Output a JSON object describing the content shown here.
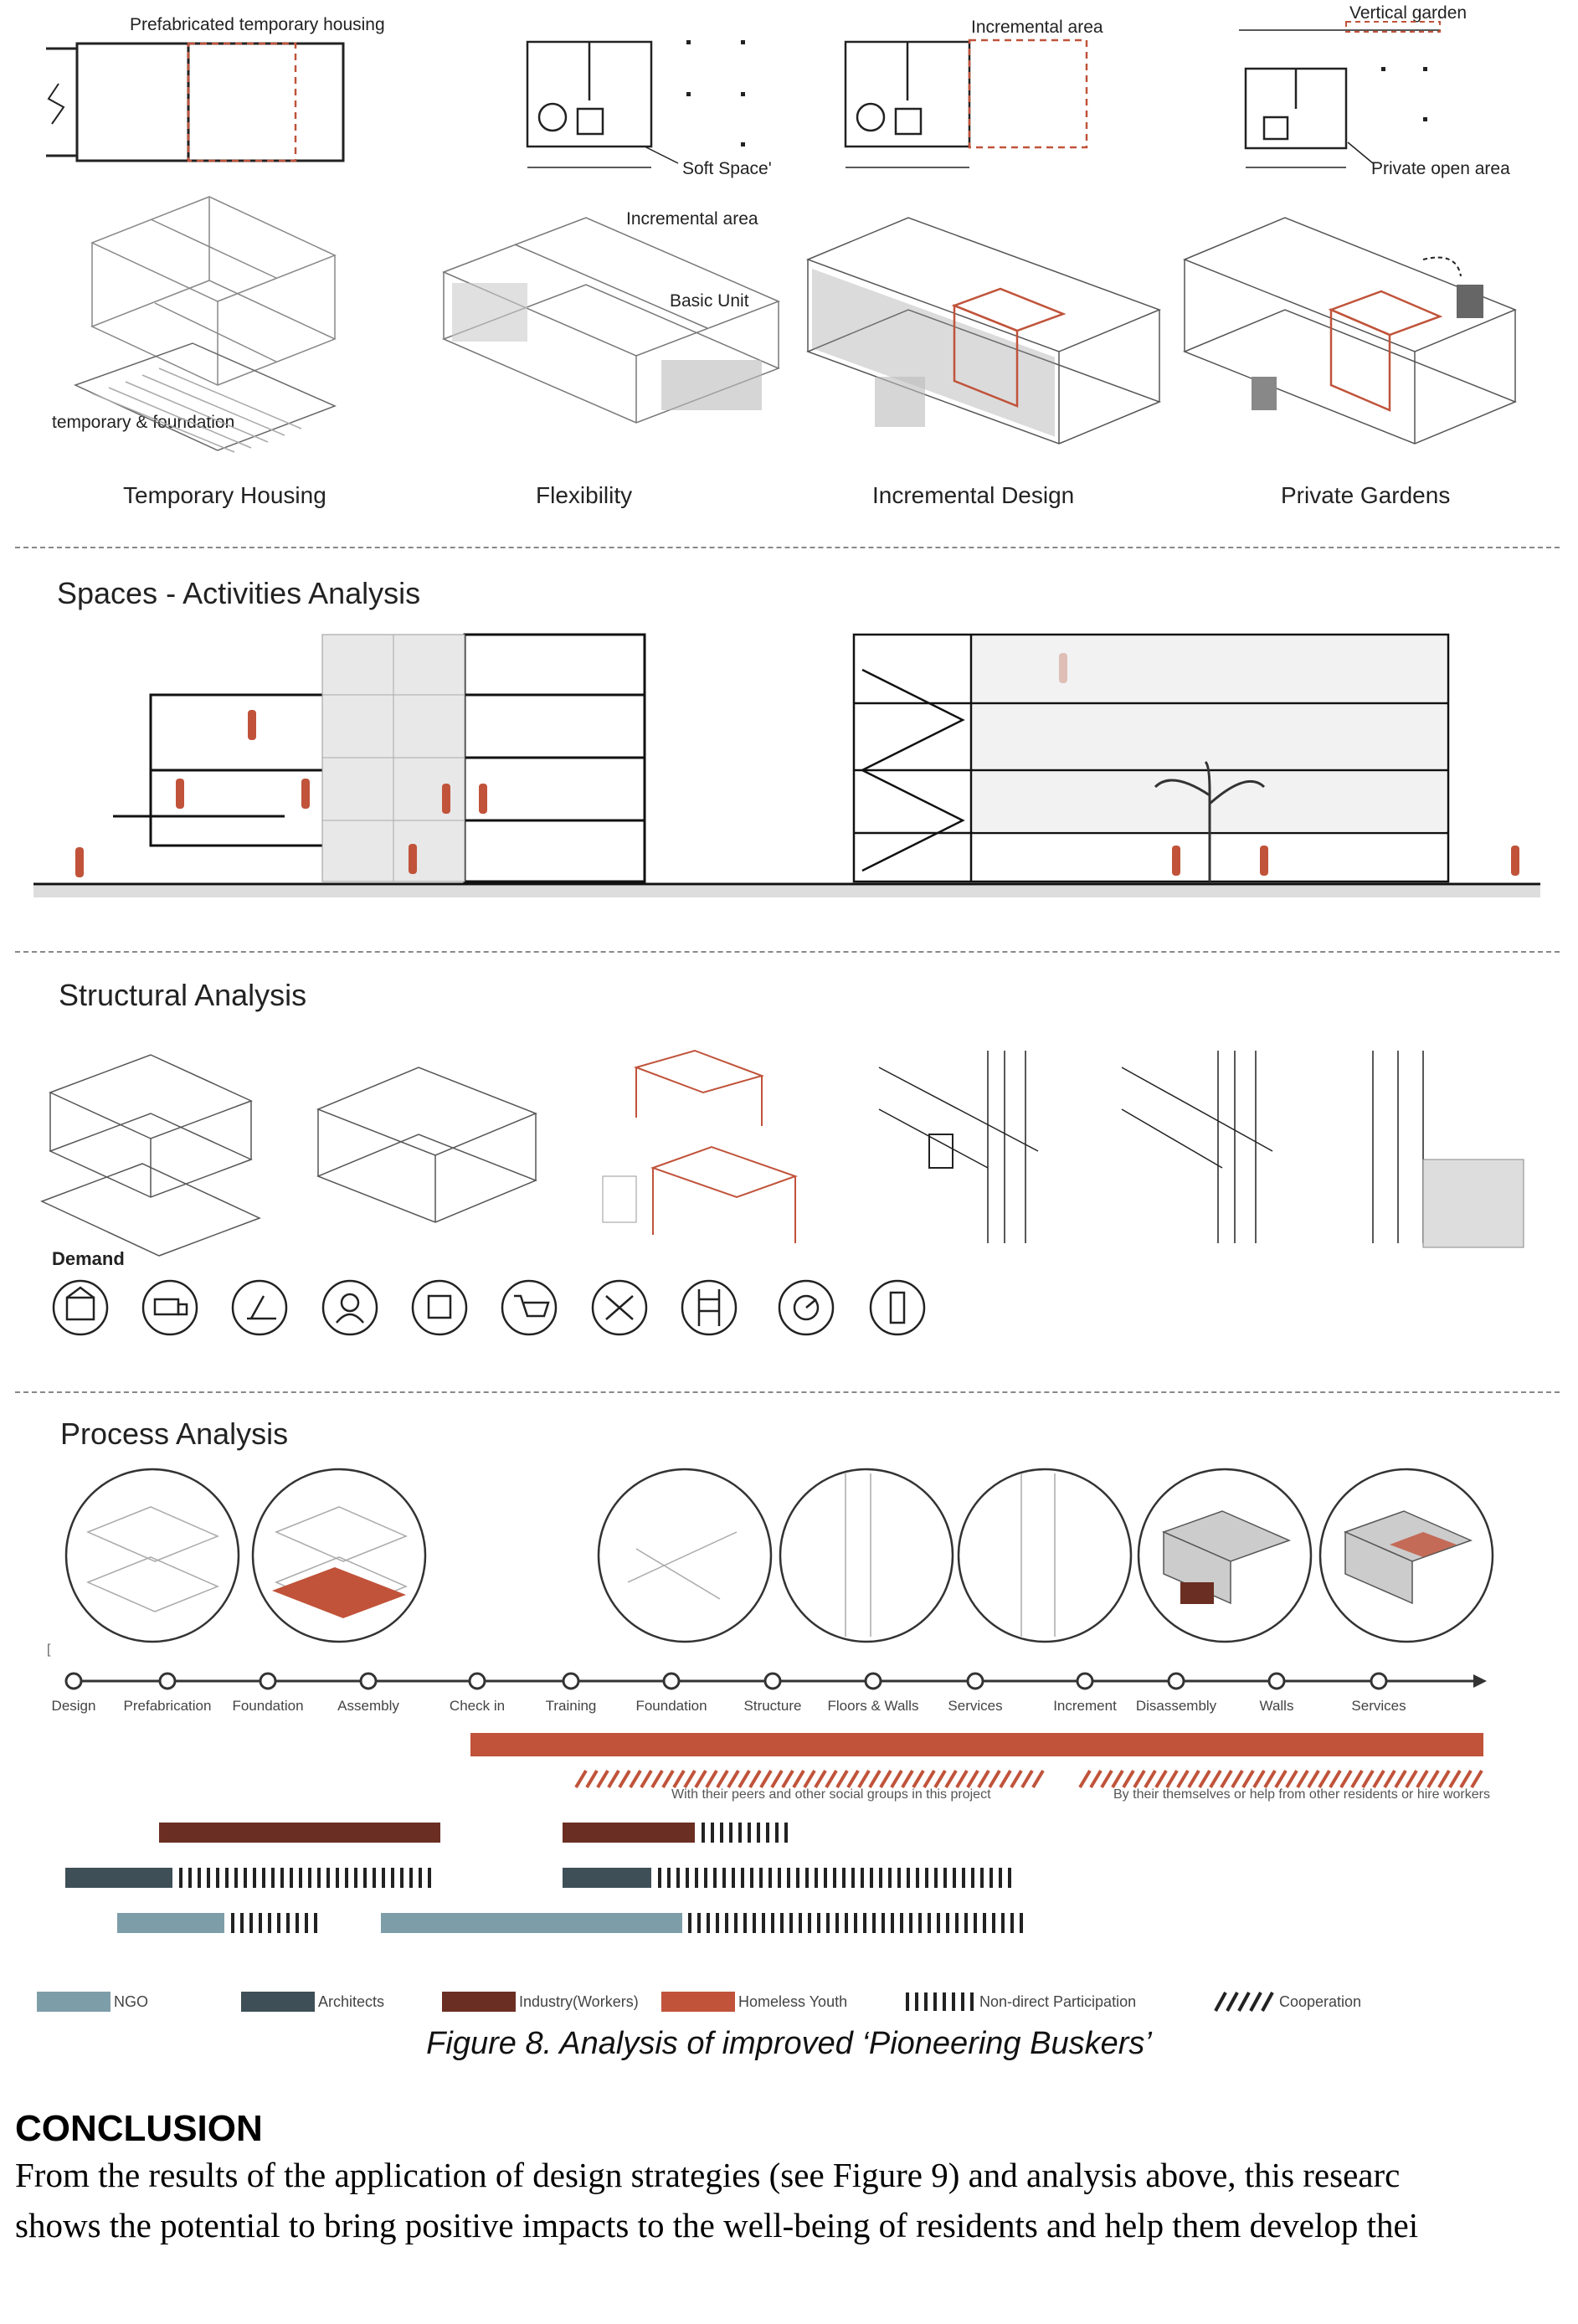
{
  "top_row": {
    "plan_labels": {
      "prefab": "Prefabricated temporary housing",
      "incremental_top": "Incremental area",
      "vertical_garden": "Vertical garden",
      "soft_space": "Soft Space'",
      "private_open": "Private open area"
    },
    "iso_labels": {
      "temp_foundation": "temporary & foundation",
      "incremental_mid": "Incremental area",
      "basic_unit": "Basic Unit"
    },
    "captions": [
      "Temporary Housing",
      "Flexibility",
      "Incremental Design",
      "Private Gardens"
    ]
  },
  "sections": {
    "spaces": "Spaces - Activities Analysis",
    "structural": "Structural Analysis",
    "demand": "Demand",
    "process": "Process Analysis"
  },
  "timeline": {
    "marker": "[",
    "steps": [
      "Design",
      "Prefabrication",
      "Foundation",
      "Assembly",
      "Check in",
      "Training",
      "Foundation",
      "Structure",
      "Floors & Walls",
      "Services",
      "Increment",
      "Disassembly",
      "Walls",
      "Services"
    ],
    "coop_note_1": "With their peers and other social groups in this project",
    "coop_note_2": "By their themselves or help from other residents or hire workers"
  },
  "legend": {
    "ngo": "NGO",
    "architects": "Architects",
    "industry": "Industry(Workers)",
    "youth": "Homeless Youth",
    "non_direct": "Non-direct Participation",
    "cooperation": "Cooperation"
  },
  "colors": {
    "ngo": "#7d9ea8",
    "architects": "#3e4f57",
    "industry": "#6b2e22",
    "youth": "#c0533a",
    "accent": "#c0533a"
  },
  "figure_caption": "Figure 8. Analysis of improved ‘Pioneering Buskers’",
  "conclusion": {
    "heading": "CONCLUSION",
    "line1": "From the results of the application of design strategies (see Figure 9) and analysis above, this researc",
    "line2": "shows the potential to bring positive impacts to the well-being of residents and help them develop thei"
  }
}
